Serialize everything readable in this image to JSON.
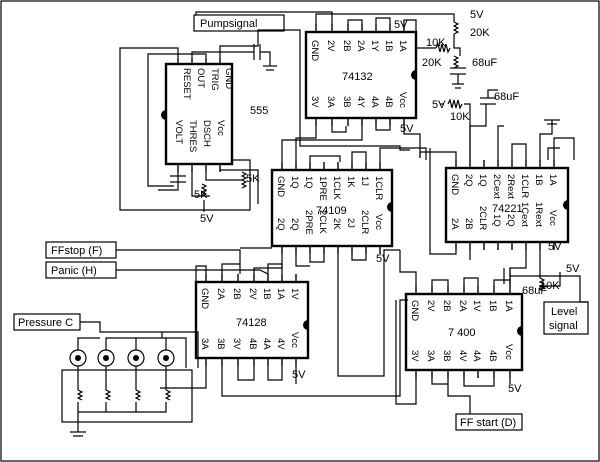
{
  "labels": {
    "pump_signal": "Pumpsignal",
    "ff_stop": "FFstop (F)",
    "panic": "Panic (H)",
    "pressure": "Pressure C",
    "ff_start": "FF start (D)",
    "level_signal": [
      "Level",
      "signal"
    ]
  },
  "chips": {
    "u555": {
      "name": "555",
      "top_pins": [
        "GND",
        "TRIG",
        "OUT",
        "RESET"
      ],
      "bottom_pins": [
        "Vcc",
        "DSCH",
        "THRES",
        "VOLT"
      ]
    },
    "u74132": {
      "name": "74132",
      "top_pins": [
        "GND",
        "2V",
        "2B",
        "2A",
        "1Y",
        "1B",
        "1A"
      ],
      "bottom_pins": [
        "3V",
        "3A",
        "3B",
        "4Y",
        "4A",
        "4B",
        "Vcc"
      ]
    },
    "u74109": {
      "name": "74109",
      "top_pins": [
        "GND",
        "1Q",
        "1Q",
        "1PRE",
        "1CLK",
        "1K",
        "1J",
        "1CLR"
      ],
      "bottom_pins": [
        "2Q",
        "2Q",
        "2PRE",
        "2CLK",
        "2K",
        "2J",
        "2CLR",
        "Vcc"
      ]
    },
    "u74221": {
      "name": "74221",
      "top_pins": [
        "GND",
        "2Q",
        "1Q",
        "2Cext",
        "2Rext",
        "1CLR",
        "1B",
        "1A"
      ],
      "bottom_pins": [
        "2A",
        "2B",
        "2CLR",
        "1Q",
        "2Q",
        "1Cext",
        "1Rext",
        "Vcc"
      ]
    },
    "u74128": {
      "name": "74128",
      "top_pins": [
        "GND",
        "2A",
        "2B",
        "2V",
        "1B",
        "1A",
        "1V"
      ],
      "bottom_pins": [
        "3A",
        "3B",
        "3V",
        "4B",
        "4A",
        "4V",
        "Vcc"
      ]
    },
    "u7400": {
      "name": "7 400",
      "top_pins": [
        "GND",
        "2V",
        "2B",
        "2A",
        "1V",
        "1B",
        "1A"
      ],
      "bottom_pins": [
        "3V",
        "3A",
        "3B",
        "4V",
        "4A",
        "4B",
        "Vcc"
      ]
    }
  },
  "components": {
    "r_pump_a": "10K",
    "r_pump_b": "20K",
    "r_pump_c": "20K",
    "c_pump": "68uF",
    "r_221_a": "10K",
    "c_221_a": "68uF",
    "r_221_b": "10K",
    "c_221_b": "68uF",
    "r_555_a": "5K",
    "r_555_b": "5K"
  },
  "supply": {
    "v5": "5V"
  }
}
